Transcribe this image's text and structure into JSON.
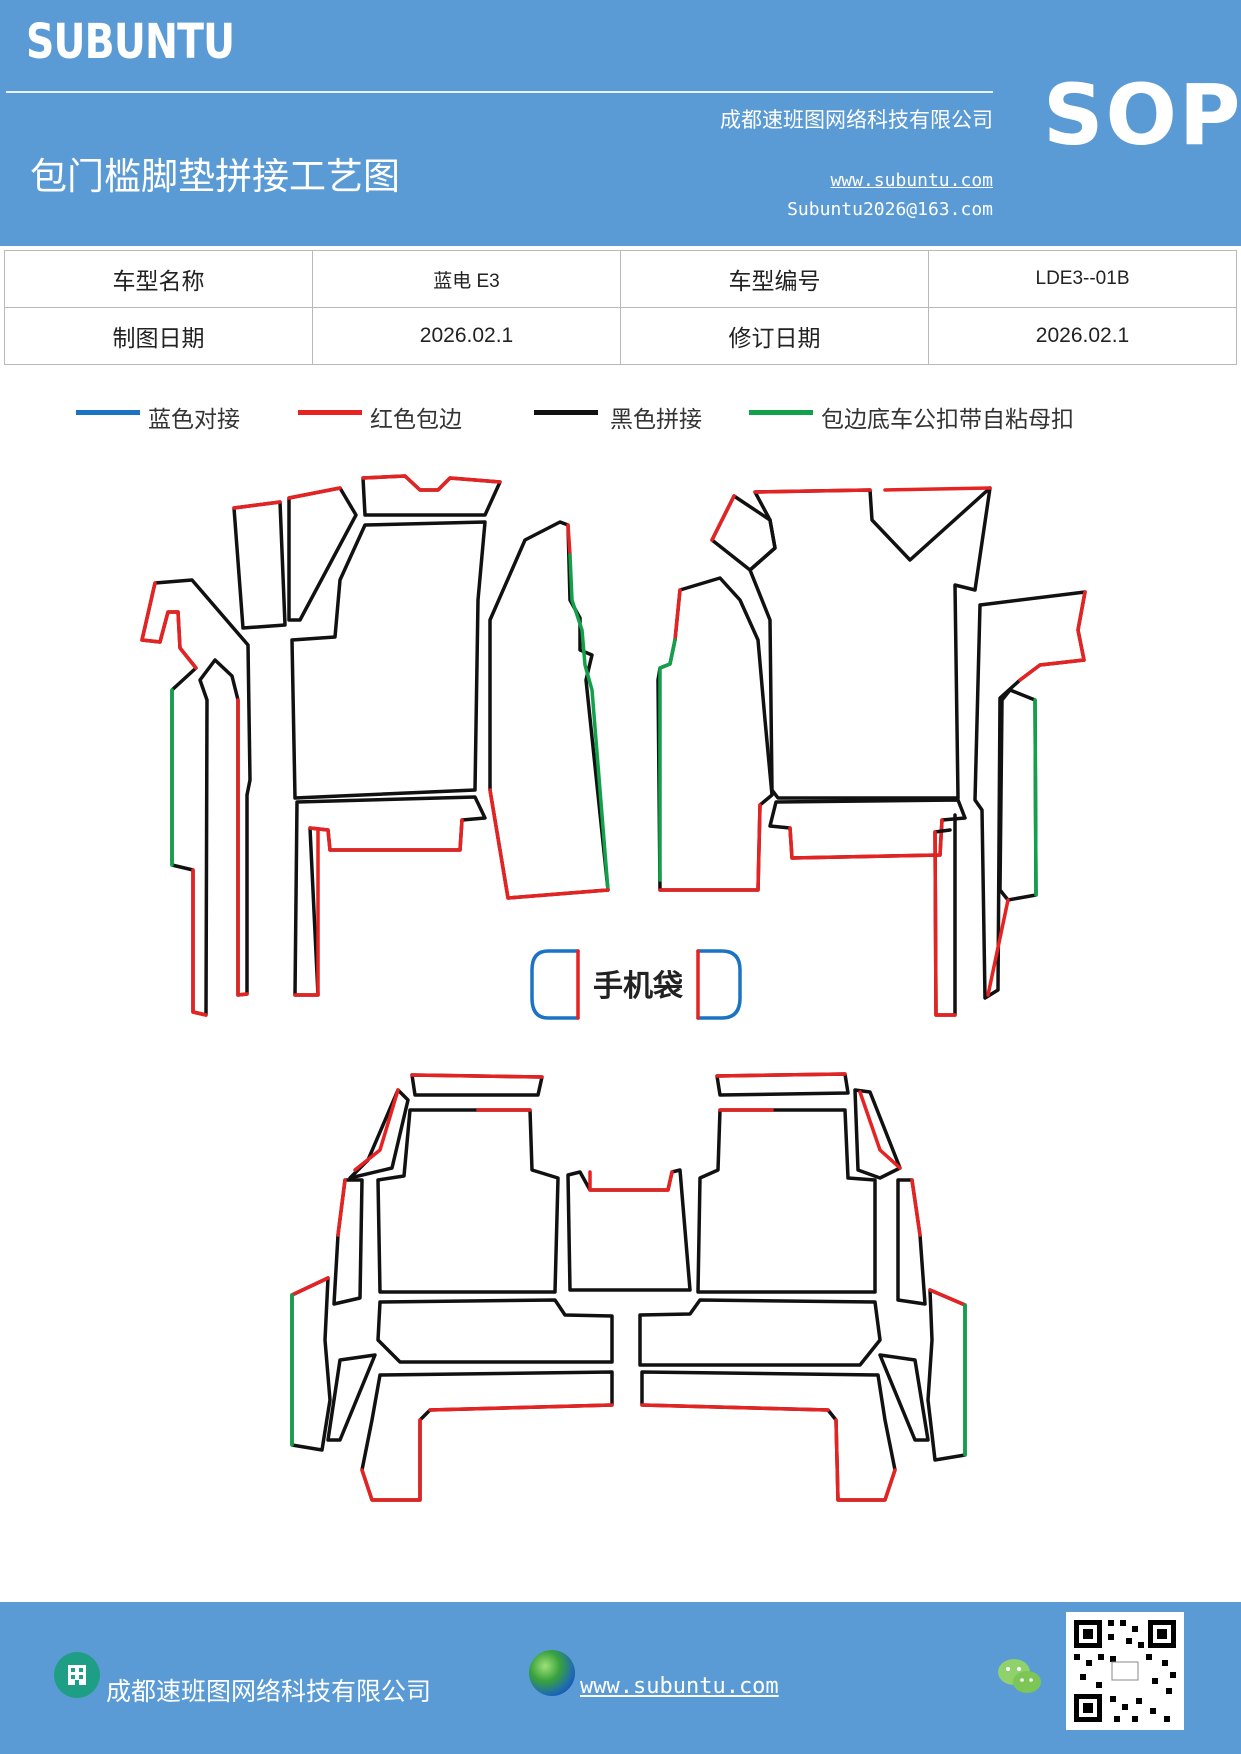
{
  "header": {
    "brand": "SUBUNTU",
    "badge": "SOP",
    "company": "成都速班图网络科技有限公司",
    "title": "包门槛脚垫拼接工艺图",
    "website": "www.subuntu.com",
    "email": "Subuntu2026@163.com"
  },
  "info_table": {
    "model_name_label": "车型名称",
    "model_name_value": "蓝电 E3",
    "model_code_label": "车型编号",
    "model_code_value": "LDE3--01B",
    "draw_date_label": "制图日期",
    "draw_date_value": "2026.02.1",
    "revise_date_label": "修订日期",
    "revise_date_value": "2026.02.1"
  },
  "legend": [
    {
      "label": "蓝色对接",
      "color": "#1a73c4"
    },
    {
      "label": "红色包边",
      "color": "#e62222"
    },
    {
      "label": "黑色拼接",
      "color": "#111111"
    },
    {
      "label": "包边底车公扣带自粘母扣",
      "color": "#12a14b"
    }
  ],
  "diagram": {
    "phone_pocket_label": "手机袋"
  },
  "footer": {
    "company": "成都速班图网络科技有限公司",
    "website": "www.subuntu.com",
    "company_icon": "building-icon",
    "website_icon": "globe-icon",
    "social_icon": "wechat-icon",
    "qr_code": "qr-code"
  },
  "colors": {
    "header_bg": "#5b9bd5",
    "footer_bg": "#5b9bd5",
    "blue_edge": "#1a73c4",
    "red_edge": "#e62222",
    "black_edge": "#111111",
    "green_edge": "#12a14b"
  }
}
